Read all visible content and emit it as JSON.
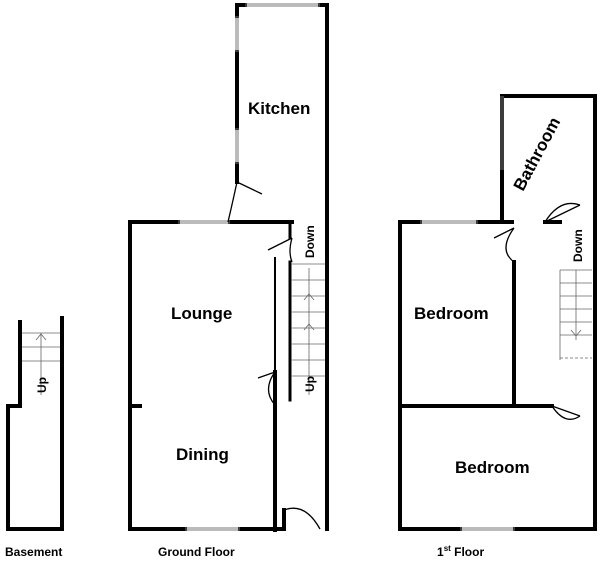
{
  "rooms": {
    "kitchen": "Kitchen",
    "lounge": "Lounge",
    "dining": "Dining",
    "bathroom": "Bathroom",
    "bedroom_small": "Bedroom",
    "bedroom_large": "Bedroom"
  },
  "stairs": {
    "basement_up": "Up",
    "ground_up": "Up",
    "ground_down": "Down",
    "first_down": "Down"
  },
  "floors": {
    "basement": "Basement",
    "ground": "Ground Floor",
    "first_prefix": "1",
    "first_sup": "st",
    "first_suffix": " Floor"
  },
  "colors": {
    "wall": "#000000",
    "thin_line": "#555555",
    "background": "#ffffff"
  }
}
